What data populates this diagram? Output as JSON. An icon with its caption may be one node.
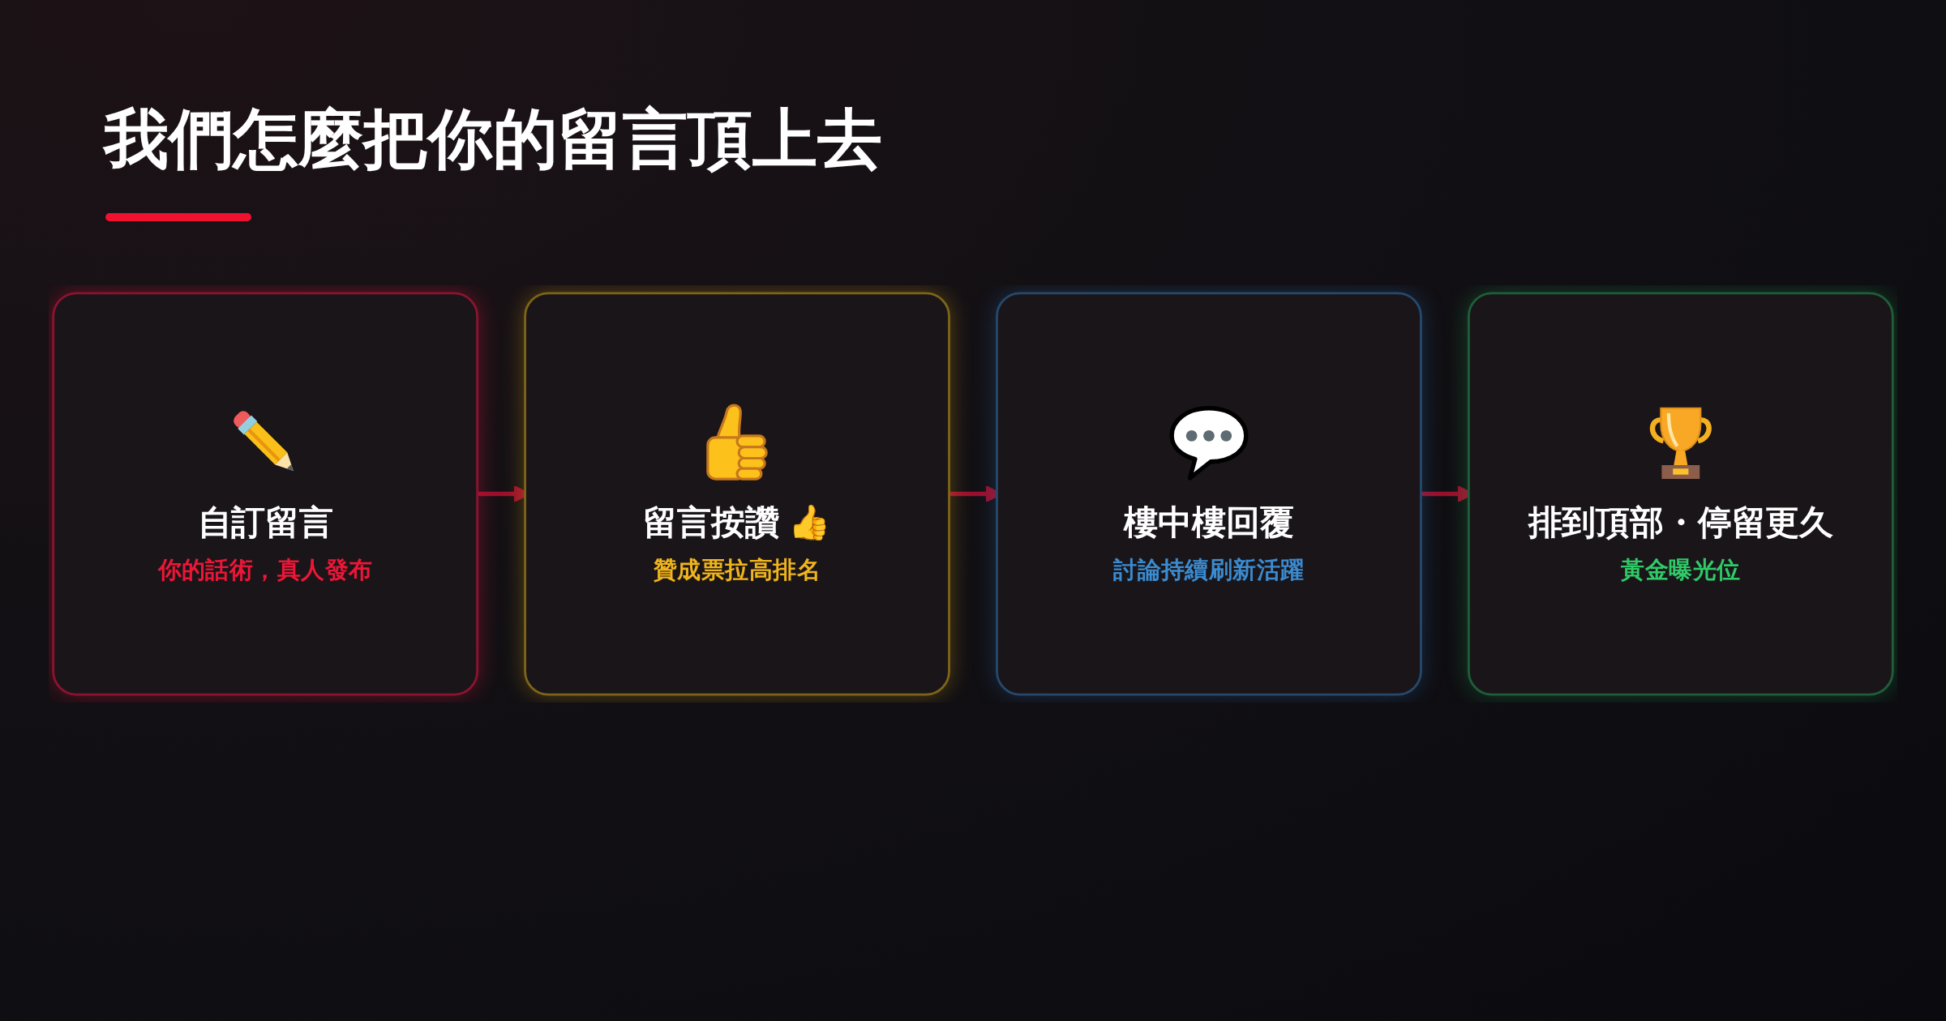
{
  "diagram": {
    "title": "我們怎麼把你的留言頂上去",
    "nodes": [
      {
        "text": [
          "自訂留言",
          "你的話術，真人發布"
        ]
      },
      {
        "text": [
          "留言按讚 👍",
          "贊成票拉高排名"
        ]
      },
      {
        "text": [
          "樓中樓回覆",
          "討論持續刷新活躍"
        ]
      },
      {
        "text": [
          "排到頂部・停留更久",
          "黃金曝光位"
        ]
      }
    ],
    "edges": [
      {
        "from": 0,
        "to": 1,
        "arrow": "to"
      },
      {
        "from": 1,
        "to": 2,
        "arrow": "to"
      },
      {
        "from": 2,
        "to": 3,
        "arrow": "to"
      }
    ]
  }
}
